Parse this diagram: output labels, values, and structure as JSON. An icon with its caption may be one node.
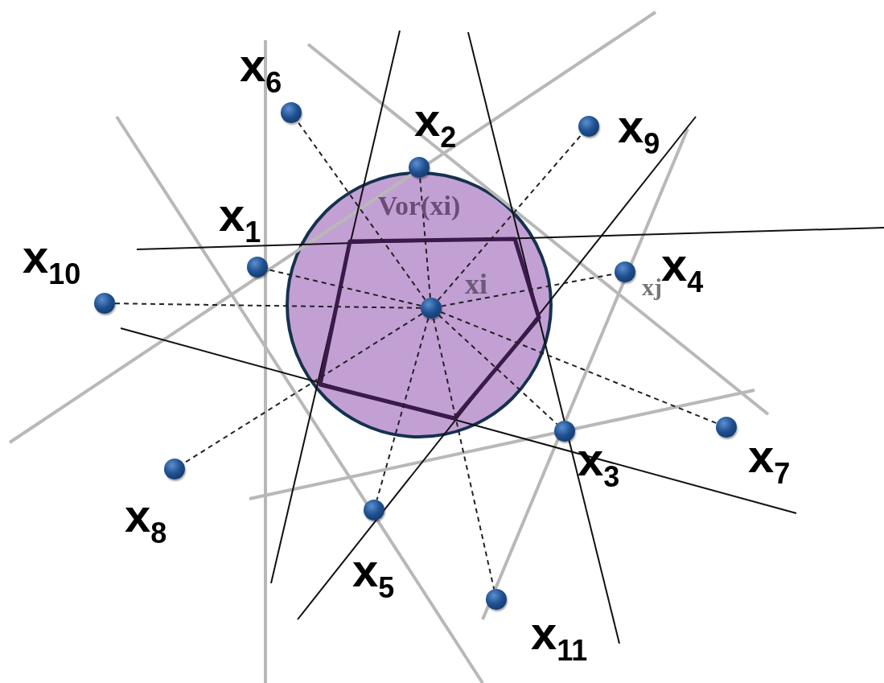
{
  "diagram": {
    "nodes": [
      {
        "text": [
          "Vor(xi)"
        ]
      },
      {
        "text": [],
        "shape": "circle",
        "in": 0,
        "beside": [
          "xi"
        ]
      },
      {
        "text": [],
        "shape": "circle",
        "beside": [
          "x$_{1}$"
        ]
      },
      {
        "text": [],
        "shape": "circle",
        "beside": [
          "x$_{2}$"
        ]
      },
      {
        "text": [],
        "shape": "circle",
        "beside": [
          "x$_{3}$"
        ]
      },
      {
        "text": [],
        "shape": "circle",
        "beside": [
          "x$_{4}$"
        ]
      },
      {
        "text": [],
        "shape": "circle",
        "beside": [
          "x$_{5}$"
        ]
      },
      {
        "text": [],
        "shape": "circle",
        "beside": [
          "x$_{6}$"
        ]
      },
      {
        "text": [],
        "shape": "circle",
        "beside": [
          "x$_{7}$"
        ]
      },
      {
        "text": [],
        "shape": "circle",
        "beside": [
          "x$_{8}$"
        ]
      },
      {
        "text": [],
        "shape": "circle",
        "beside": [
          "x$_{9}$"
        ]
      },
      {
        "text": [],
        "shape": "circle",
        "beside": [
          "x$_{10}$"
        ]
      },
      {
        "text": [],
        "shape": "circle",
        "beside": [
          "x$_{11}$"
        ]
      }
    ],
    "edges": [
      {
        "from": 1,
        "to": 2,
        "arrow": "none",
        "style": "dashed"
      },
      {
        "from": 1,
        "to": 3,
        "arrow": "none",
        "style": "dashed"
      },
      {
        "from": 1,
        "to": 4,
        "arrow": "none",
        "style": "dashed"
      },
      {
        "from": 1,
        "to": 5,
        "arrow": "none",
        "style": "dashed"
      },
      {
        "from": 1,
        "to": 6,
        "arrow": "none",
        "style": "dashed"
      },
      {
        "from": 1,
        "to": 7,
        "arrow": "none",
        "style": "dashed"
      },
      {
        "from": 1,
        "to": 8,
        "arrow": "none",
        "style": "dashed"
      },
      {
        "from": 1,
        "to": 9,
        "arrow": "none",
        "style": "dashed"
      },
      {
        "from": 1,
        "to": 10,
        "arrow": "none",
        "style": "dashed"
      },
      {
        "from": 1,
        "to": 11,
        "arrow": "none",
        "style": "dashed"
      },
      {
        "from": 1,
        "to": 12,
        "arrow": "none",
        "style": "dashed"
      }
    ],
    "labels": [
      "xj"
    ]
  }
}
